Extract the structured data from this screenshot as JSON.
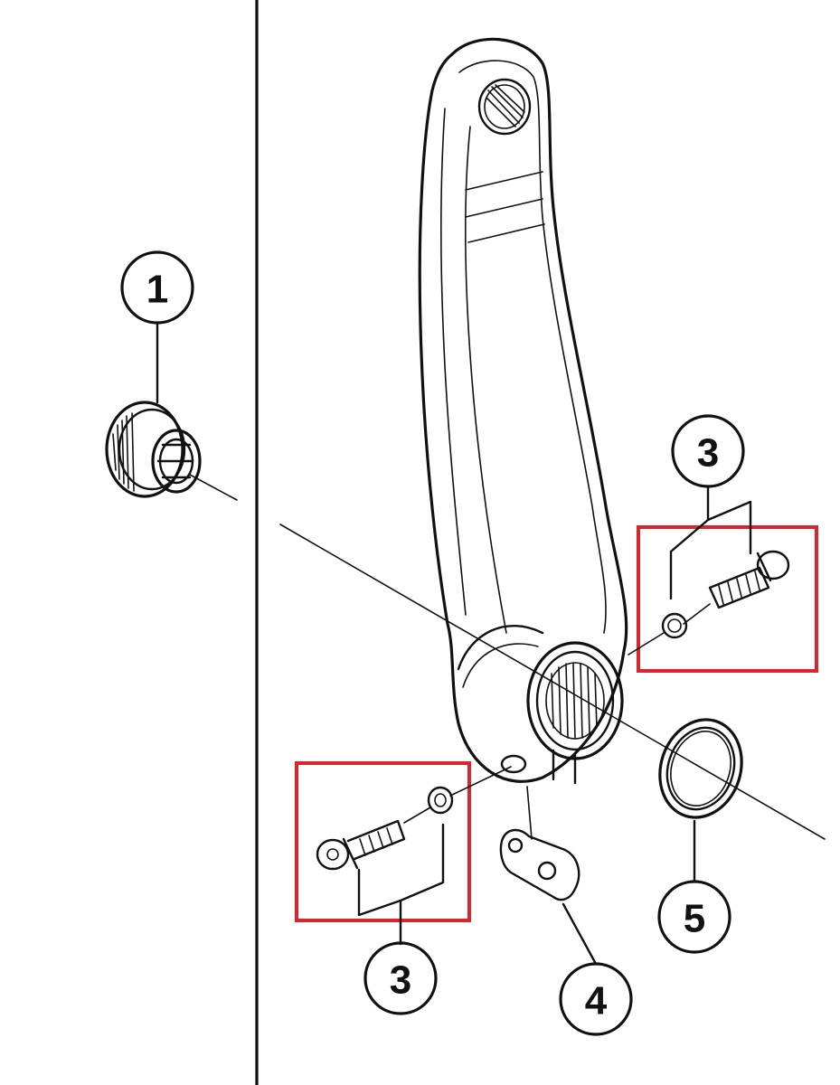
{
  "callouts": [
    {
      "id": "1",
      "label": "1"
    },
    {
      "id": "3a",
      "label": "3"
    },
    {
      "id": "3b",
      "label": "3"
    },
    {
      "id": "4",
      "label": "4"
    },
    {
      "id": "5",
      "label": "5"
    }
  ],
  "colors": {
    "highlight": "#d7262d",
    "ink": "#111111",
    "background": "#ffffff"
  },
  "parts": [
    "crank-arm",
    "end-cap",
    "pinch-bolt-with-washer",
    "safety-plate",
    "seal-ring"
  ]
}
